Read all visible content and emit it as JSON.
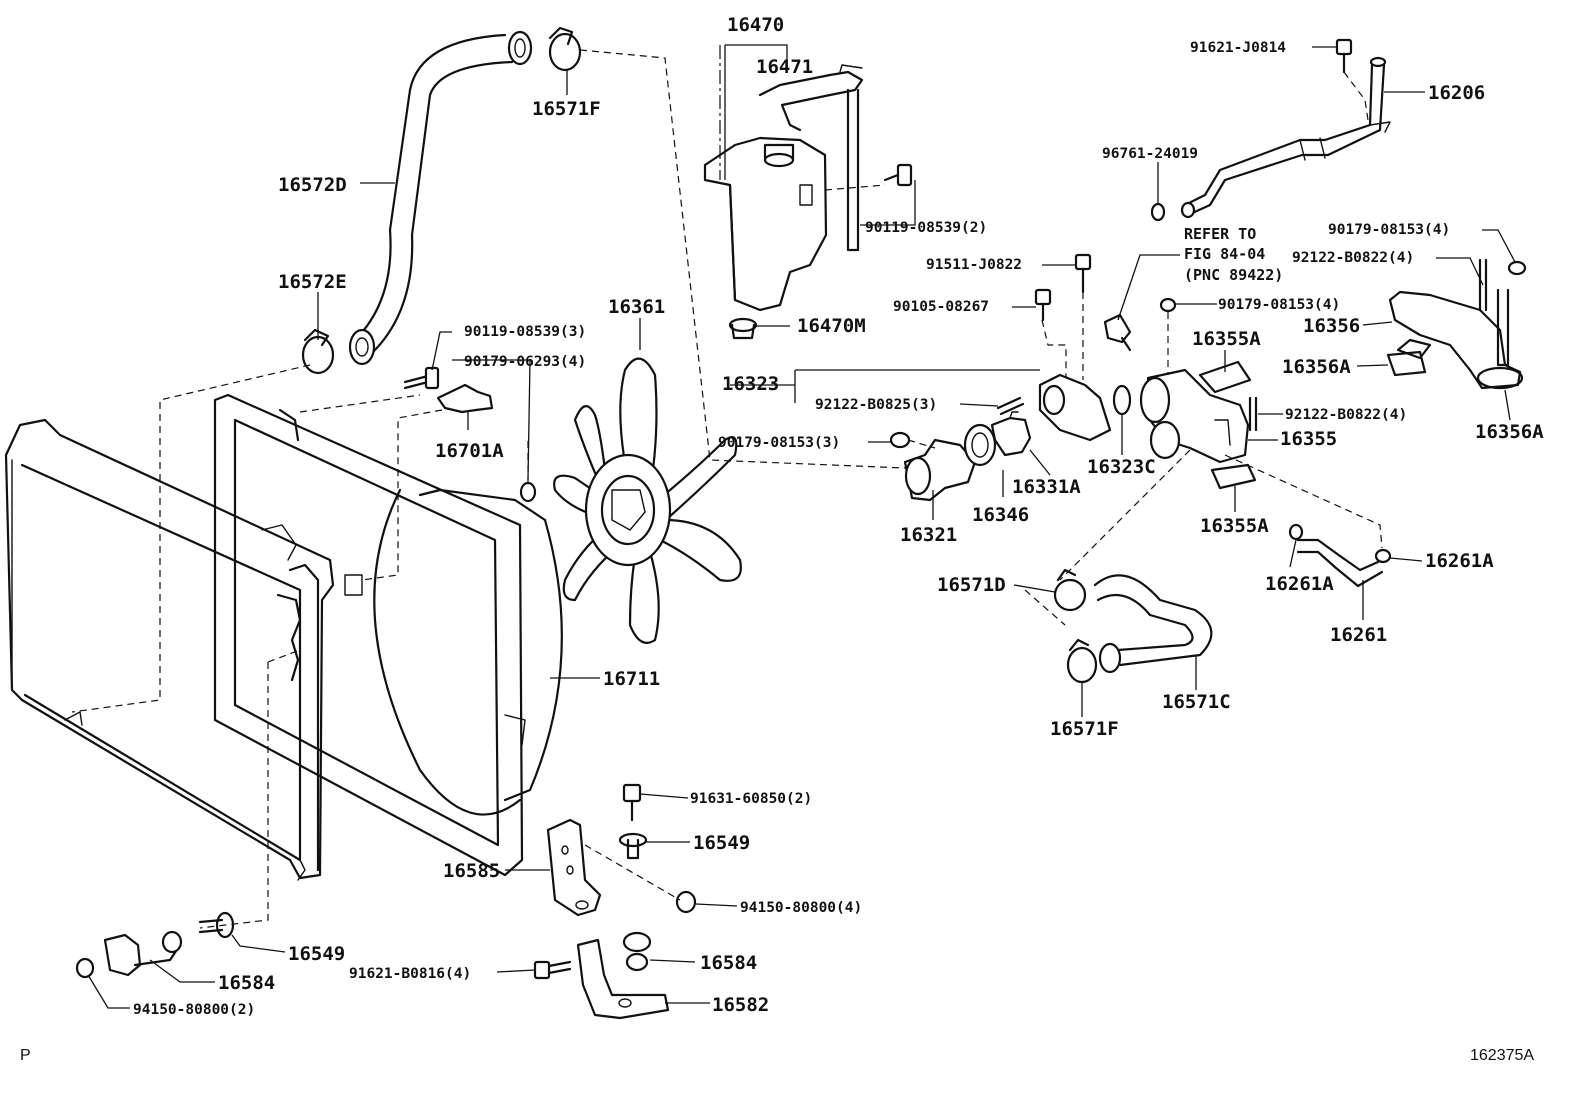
{
  "figure": {
    "corner_left": "P",
    "corner_right": "162375A"
  },
  "labels": {
    "p16470": "16470",
    "p16471": "16471",
    "p16571F_top": "16571F",
    "p16572D": "16572D",
    "p16572E": "16572E",
    "p90119_08539_3": "90119-08539(3)",
    "p90179_06293_4": "90179-06293(4)",
    "p16361": "16361",
    "p16701A": "16701A",
    "p90119_08539_2": "90119-08539(2)",
    "p16470M": "16470M",
    "p91511_J0822": "91511-J0822",
    "p90105_08267": "90105-08267",
    "p16323": "16323",
    "p92122_B0825_3": "92122-B0825(3)",
    "p90179_08153_3": "90179-08153(3)",
    "p16321": "16321",
    "p16346": "16346",
    "p16331A": "16331A",
    "p16323C": "16323C",
    "p91621_J0814": "91621-J0814",
    "p16206": "16206",
    "p96761_24019": "96761-24019",
    "refer_line1": "REFER TO",
    "refer_line2": "FIG 84-04",
    "refer_line3": "(PNC 89422)",
    "p90179_08153_4_top": "90179-08153(4)",
    "p92122_B0822_4_top": "92122-B0822(4)",
    "p90179_08153_4_mid": "90179-08153(4)",
    "p16355A_top": "16355A",
    "p16356": "16356",
    "p16356A_left": "16356A",
    "p16356A_right": "16356A",
    "p92122_B0822_4_mid": "92122-B0822(4)",
    "p16355": "16355",
    "p16355A_bottom": "16355A",
    "p16261A_left": "16261A",
    "p16261A_right": "16261A",
    "p16261": "16261",
    "p16571D": "16571D",
    "p16571C": "16571C",
    "p16571F_bottom": "16571F",
    "p16711": "16711",
    "p91631_60850_2": "91631-60850(2)",
    "p16549_right": "16549",
    "p16585": "16585",
    "p94150_80800_4": "94150-80800(4)",
    "p16549_left": "16549",
    "p16584_left": "16584",
    "p94150_80800_2": "94150-80800(2)",
    "p91621_B0816_4": "91621-B0816(4)",
    "p16584_right": "16584",
    "p16582": "16582"
  }
}
